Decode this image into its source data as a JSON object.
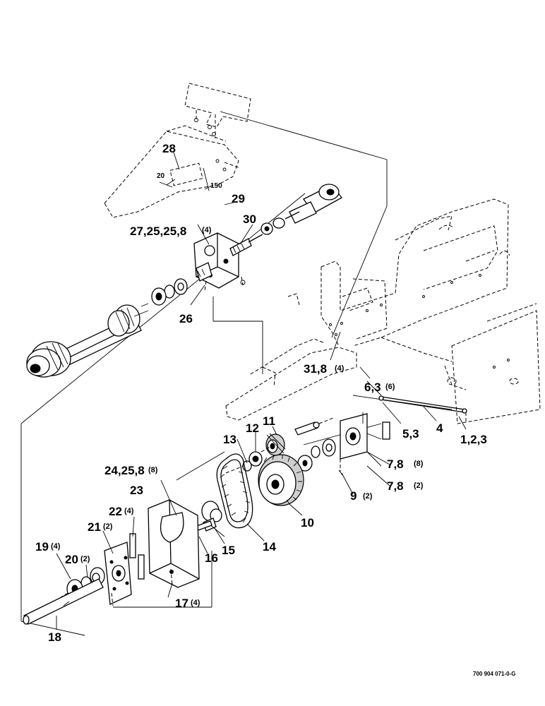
{
  "callouts": [
    {
      "id": "c28",
      "label": "28",
      "qty": ""
    },
    {
      "id": "c29",
      "label": "29",
      "qty": ""
    },
    {
      "id": "c30",
      "label": "30",
      "qty": ""
    },
    {
      "id": "c27",
      "label": "27,25,25,8",
      "qty": "(4)"
    },
    {
      "id": "c26",
      "label": "26",
      "qty": ""
    },
    {
      "id": "c31",
      "label": "31,8",
      "qty": "(4)"
    },
    {
      "id": "c6",
      "label": "6,3",
      "qty": "(6)"
    },
    {
      "id": "c5",
      "label": "5,3",
      "qty": ""
    },
    {
      "id": "c4",
      "label": "4",
      "qty": ""
    },
    {
      "id": "c1",
      "label": "1,2,3",
      "qty": ""
    },
    {
      "id": "c11",
      "label": "11",
      "qty": ""
    },
    {
      "id": "c12",
      "label": "12",
      "qty": ""
    },
    {
      "id": "c13",
      "label": "13",
      "qty": ""
    },
    {
      "id": "c7a",
      "label": "7,8",
      "qty": "(8)"
    },
    {
      "id": "c7b",
      "label": "7,8",
      "qty": "(2)"
    },
    {
      "id": "c24",
      "label": "24,25,8",
      "qty": "(8)"
    },
    {
      "id": "c23",
      "label": "23",
      "qty": ""
    },
    {
      "id": "c9",
      "label": "9",
      "qty": "(2)"
    },
    {
      "id": "c22",
      "label": "22",
      "qty": "(4)"
    },
    {
      "id": "c21",
      "label": "21",
      "qty": "(2)"
    },
    {
      "id": "c10",
      "label": "10",
      "qty": ""
    },
    {
      "id": "c15",
      "label": "15",
      "qty": ""
    },
    {
      "id": "c14",
      "label": "14",
      "qty": ""
    },
    {
      "id": "c16",
      "label": "16",
      "qty": ""
    },
    {
      "id": "c19",
      "label": "19",
      "qty": "(4)"
    },
    {
      "id": "c20",
      "label": "20",
      "qty": "(2)"
    },
    {
      "id": "c17",
      "label": "17",
      "qty": "(4)"
    },
    {
      "id": "c18",
      "label": "18",
      "qty": ""
    }
  ],
  "dimensions": {
    "d20": "20",
    "d150": "150"
  },
  "drawing_number": "700 904 071-0-G"
}
